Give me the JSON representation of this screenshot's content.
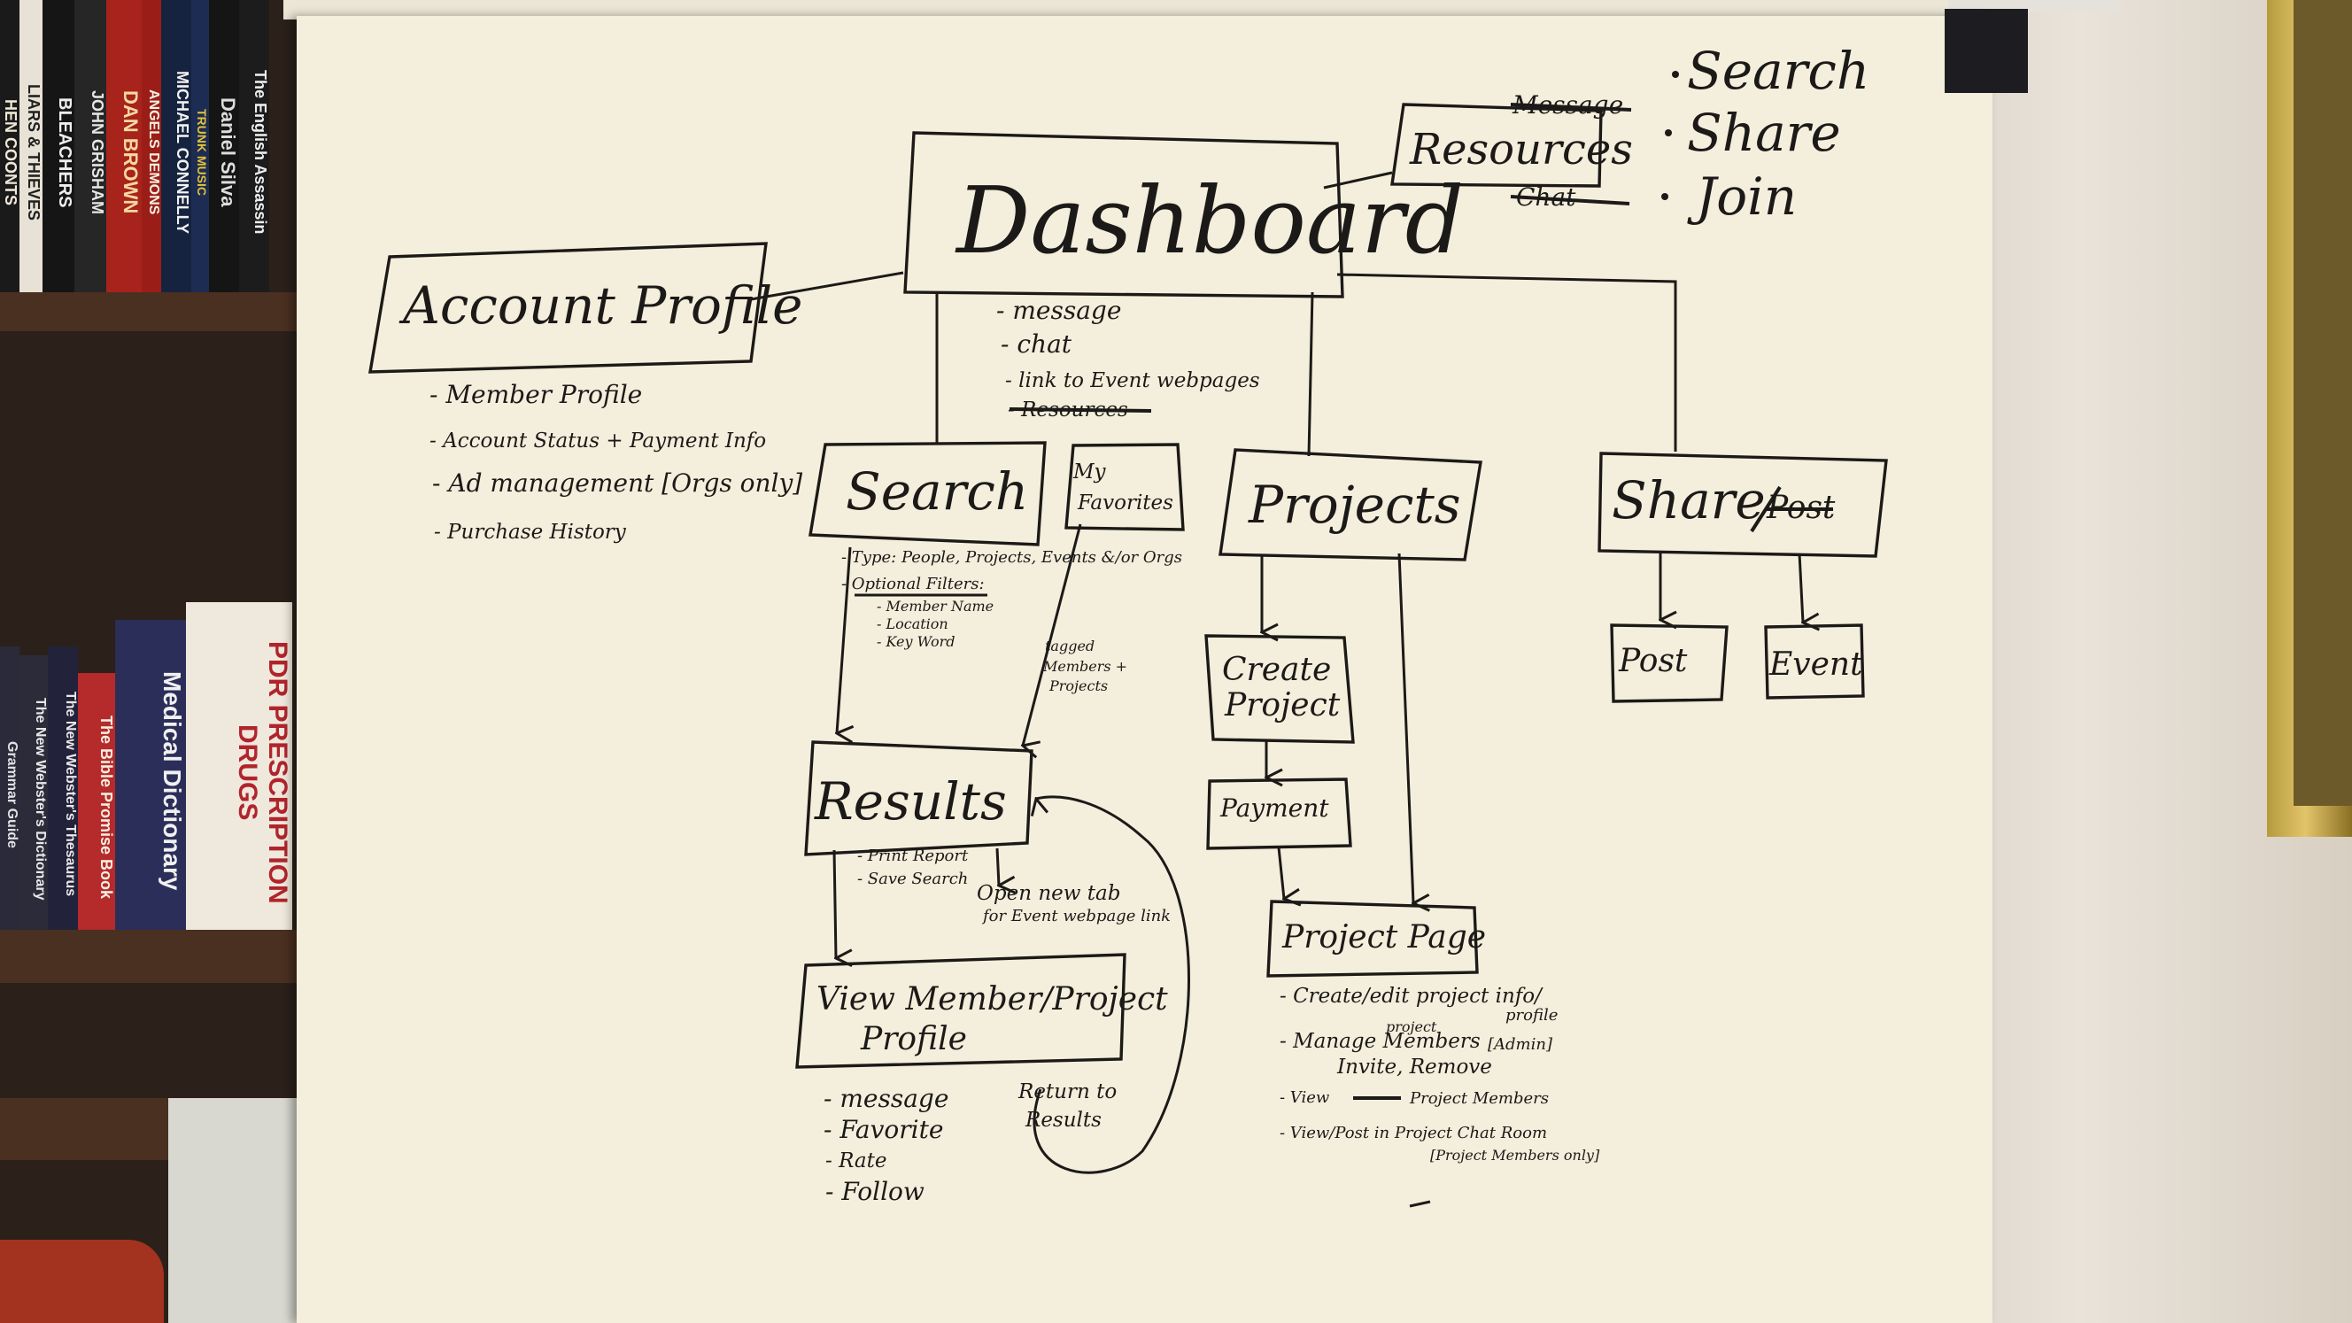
{
  "books": [
    {
      "title": "HEN COONTS",
      "color": "#1a1a1a",
      "text_color": "#f0e8d8"
    },
    {
      "title": "LIARS & THIEVES",
      "color": "#e8e2d6",
      "text_color": "#202020"
    },
    {
      "title": "BLEACHERS",
      "color": "#151515",
      "text_color": "#eeeeee"
    },
    {
      "title": "JOHN GRISHAM",
      "color": "#262626",
      "text_color": "#e6e6e6"
    },
    {
      "title": "DAN BROWN",
      "color": "#a8231c",
      "text_color": "#f4d9a0"
    },
    {
      "title": "ANGELS DEMONS",
      "color": "#9b1d18",
      "text_color": "#f7f0e0"
    },
    {
      "title": "MICHAEL CONNELLY",
      "color": "#16233f",
      "text_color": "#f2f2f2"
    },
    {
      "title": "TRUNK MUSIC",
      "color": "#1d2c52",
      "text_color": "#e2c33a"
    },
    {
      "title": "Daniel Silva",
      "color": "#151515",
      "text_color": "#dddddd"
    },
    {
      "title": "The English Assassin",
      "color": "#1c1c1c",
      "text_color": "#eeeeee"
    },
    {
      "title": "The New Webster's Dictionary",
      "color": "#2b2b3a",
      "text_color": "#e8e8e8"
    },
    {
      "title": "The New Webster's Thesaurus",
      "color": "#22223a",
      "text_color": "#e8e8e8"
    },
    {
      "title": "The Bible Promise Book",
      "color": "#b52a2a",
      "text_color": "#f5eee0"
    },
    {
      "title": "Medical Dictionary",
      "color": "#2c2e5a",
      "text_color": "#f0f0f0"
    },
    {
      "title": "PDR PRESCRIPTION DRUGS",
      "color": "#efe8dc",
      "text_color": "#b1242b"
    },
    {
      "title": "Grammar Guide",
      "color": "#2a2a3a",
      "text_color": "#e0e0e0"
    }
  ],
  "nodes": {
    "dashboard": "Dashboard",
    "resources": "Resources",
    "account_profile": "Account Profile",
    "search": "Search",
    "my_favorites_1": "My",
    "my_favorites_2": "Favorites",
    "projects": "Projects",
    "share_post_1": "Share",
    "share_post_2": "Post",
    "results": "Results",
    "create_project_1": "Create",
    "create_project_2": "Project",
    "payment": "Payment",
    "post": "Post",
    "event": "Event",
    "project_page": "Project Page",
    "view_profile_1": "View Member/Project",
    "view_profile_2": "Profile"
  },
  "resources_side": {
    "message_struck": "Message",
    "chat_struck": "Chat",
    "items": [
      "Search",
      "Share",
      "Join"
    ]
  },
  "dashboard_notes": [
    "- message",
    "- chat",
    "- link to Event webpages",
    "- Resources"
  ],
  "account_notes": [
    "- Member Profile",
    "- Account Status + Payment Info",
    "- Ad management [Orgs only]",
    "- Purchase History"
  ],
  "search_notes": {
    "type": "- Type: People, Projects, Events &/or Orgs",
    "filters_heading": "- Optional Filters:",
    "filters": [
      "- Member Name",
      "- Location",
      "- Key Word"
    ]
  },
  "favorites_notes": [
    "tagged",
    "Members +",
    "Projects"
  ],
  "results_notes": [
    "- Print Report",
    "- Save Search"
  ],
  "open_tab_note": [
    "Open new tab",
    "for Event webpage link"
  ],
  "profile_notes": [
    "- message",
    "- Favorite",
    "- Rate",
    "- Follow"
  ],
  "return_note": [
    "Return to",
    "Results"
  ],
  "project_page_notes": {
    "line1a": "- Create/edit project info/",
    "line1b": "profile",
    "line2_small": "project",
    "line2a": "- Manage Members",
    "line2b": "[Admin]",
    "line3": "Invite, Remove",
    "line4a": "- View",
    "line4b": "Project Members",
    "line5": "- View/Post in Project Chat Room",
    "line6": "[Project Members only]"
  }
}
